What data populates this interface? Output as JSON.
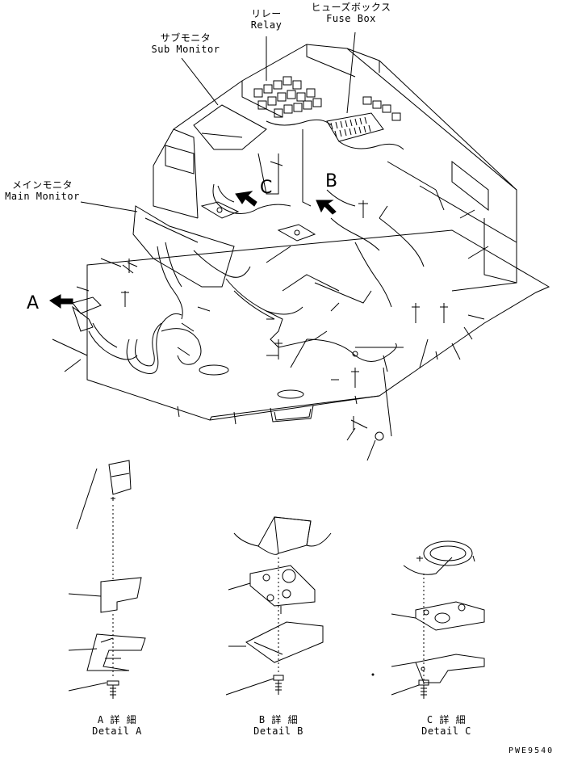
{
  "labels": {
    "relay": {
      "jp": "リレー",
      "en": "Relay"
    },
    "fuse_box": {
      "jp": "ヒューズボックス",
      "en": "Fuse Box"
    },
    "sub_monitor": {
      "jp": "サブモニタ",
      "en": "Sub Monitor"
    },
    "main_monitor": {
      "jp": "メインモニタ",
      "en": "Main Monitor"
    }
  },
  "callouts": {
    "a": "A",
    "b": "B",
    "c": "C"
  },
  "details": {
    "a": {
      "jp": "A 詳 細",
      "en": "Detail A"
    },
    "b": {
      "jp": "B 詳 細",
      "en": "Detail B"
    },
    "c": {
      "jp": "C 詳 細",
      "en": "Detail C"
    }
  },
  "figure_number": "PWE9540"
}
